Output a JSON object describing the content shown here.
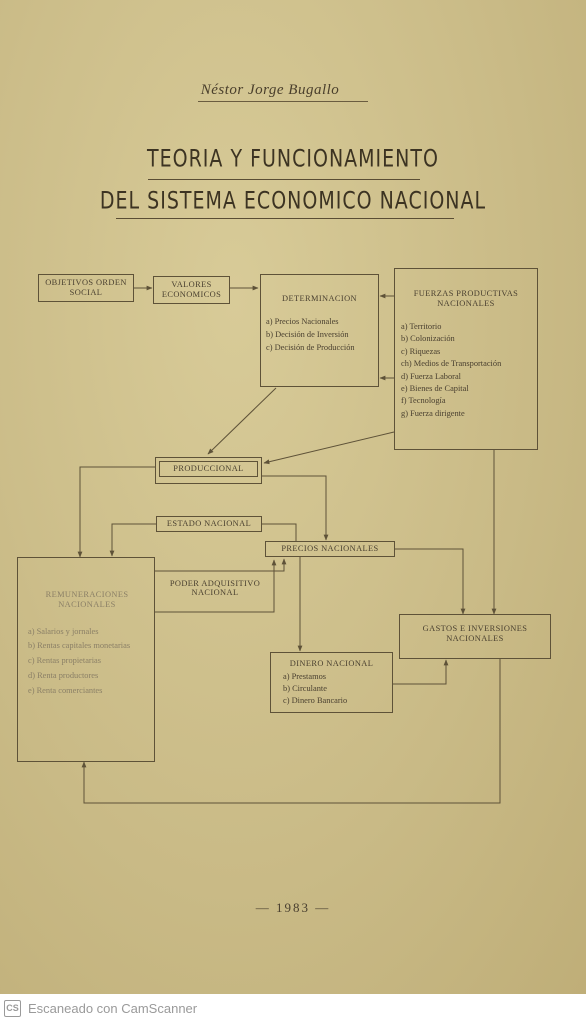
{
  "document": {
    "author": "Néstor Jorge Bugallo",
    "title_line1": "TEORIA Y FUNCIONAMIENTO",
    "title_line2": "DEL SISTEMA ECONOMICO NACIONAL",
    "year": "— 1983 —"
  },
  "diagram": {
    "objetivos": "OBJETIVOS ORDEN SOCIAL",
    "valores": "VALORES ECONOMICOS",
    "determinacion": {
      "title": "DETERMINACION",
      "items": [
        "a) Precios Nacionales",
        "b) Decisión de Inversión",
        "c) Decisión de Producción"
      ]
    },
    "fuerzas": {
      "title": "FUERZAS PRODUCTIVAS NACIONALES",
      "items": [
        "a) Territorio",
        "b) Colonización",
        "c) Riquezas",
        "ch) Medios de Transportación",
        "d) Fuerza Laboral",
        "e) Bienes de Capital",
        "f) Tecnología",
        "g) Fuerza dirigente"
      ]
    },
    "produccional": "PRODUCCIONAL",
    "estado": "ESTADO NACIONAL",
    "precios": "PRECIOS NACIONALES",
    "poder": "PODER ADQUISITIVO NACIONAL",
    "remuneraciones": {
      "title": "REMUNERACIONES NACIONALES",
      "items": [
        "a) Salarios y jornales",
        "b) Rentas capitales monetarias",
        "c) Rentas propietarias",
        "d) Renta productores",
        "e) Renta comerciantes"
      ]
    },
    "gastos": "GASTOS E INVERSIONES NACIONALES",
    "dinero": {
      "title": "DINERO NACIONAL",
      "items": [
        "a) Prestamos",
        "b) Circulante",
        "c) Dinero Bancario"
      ]
    }
  },
  "footer": {
    "logo": "CS",
    "text": "Escaneado con CamScanner"
  },
  "colors": {
    "paper": "#cdbf8c",
    "ink": "#4a4030"
  }
}
